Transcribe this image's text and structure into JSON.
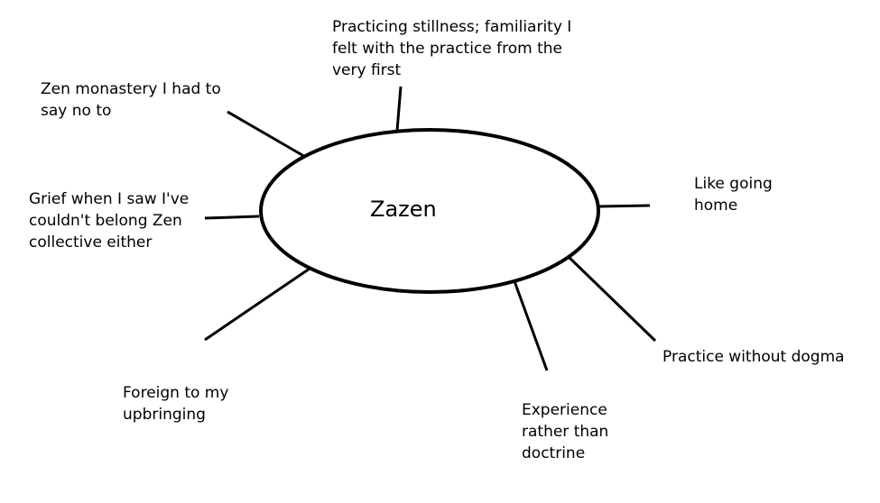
{
  "center": "Zazen",
  "branches": [
    {
      "id": "stillness",
      "lines": [
        "Practicing stillness; familiarity I",
        "felt with the practice from the",
        "very first"
      ]
    },
    {
      "id": "monastery",
      "lines": [
        "Zen monastery I had to",
        "say no to"
      ]
    },
    {
      "id": "grief",
      "lines": [
        "Grief when I saw I've",
        "couldn't belong Zen",
        "collective either"
      ]
    },
    {
      "id": "home",
      "lines": [
        "Like going",
        "home"
      ]
    },
    {
      "id": "dogma",
      "lines": [
        "Practice without dogma"
      ]
    },
    {
      "id": "foreign",
      "lines": [
        "Foreign to my",
        "upbringing"
      ]
    },
    {
      "id": "experience",
      "lines": [
        "Experience",
        "rather than",
        "doctrine"
      ]
    }
  ]
}
